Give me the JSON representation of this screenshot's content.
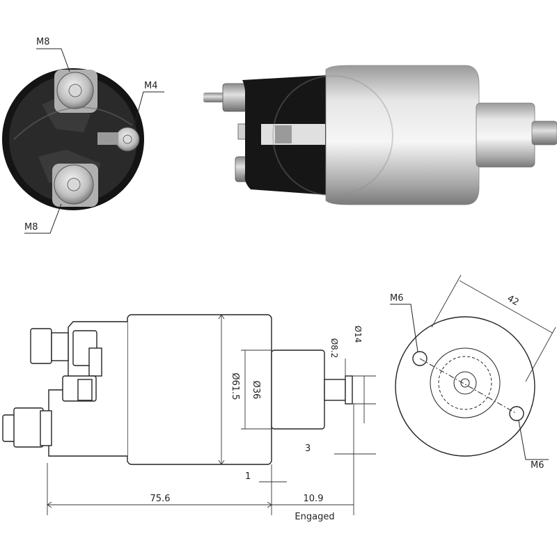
{
  "photo_front": {
    "terminal_top_label": "M8",
    "terminal_right_label": "M4",
    "terminal_bottom_label": "M8"
  },
  "drawing_side": {
    "body_diameter": "Ø61.5",
    "plunger_diameter": "Ø36",
    "rod_diameter_1": "Ø8.2",
    "rod_diameter_2": "Ø14",
    "length_total": "75.6",
    "length_gap": "1",
    "stroke_label": "10.9",
    "stroke_note": "Engaged",
    "offset_label": "3"
  },
  "drawing_end": {
    "hole_top_label": "M6",
    "hole_bottom_label": "M6",
    "span_label": "42"
  },
  "colors": {
    "housing_silver": "#c8c8c8",
    "cap_black": "#1a1a1a",
    "line": "#222222"
  }
}
